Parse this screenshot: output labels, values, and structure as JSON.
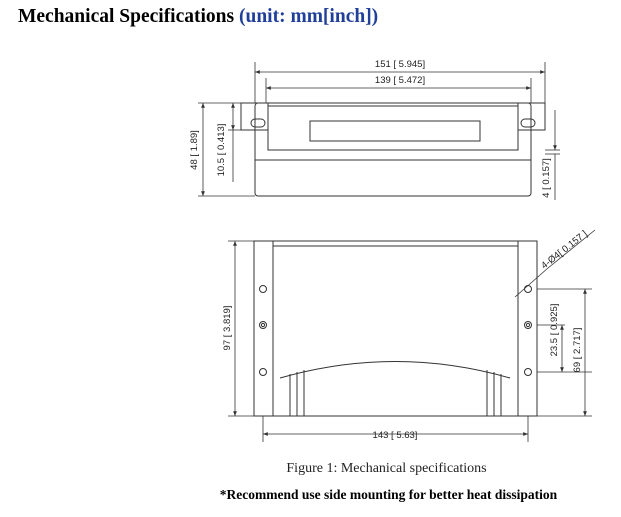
{
  "title": {
    "main": "Mechanical Specifications",
    "unit": "(unit: mm[inch])"
  },
  "dimensions": {
    "overall_length": "151 [ 5.945]",
    "mount_pitch_length": "139 [ 5.472]",
    "height": "48 [ 1.89]",
    "flange_offset": "10.5 [ 0.413]",
    "flange_thickness": "4 [ 0.157]",
    "body_width": "97 [ 3.819]",
    "hole_spacing_small": "23.5 [ 0.925]",
    "hole_spacing_large": "69 [ 2.717]",
    "hole_diameter": "4-Ø4[ 0.157 ]",
    "base_length": "143 [ 5.63]"
  },
  "caption": "Figure 1: Mechanical specifications",
  "note": "*Recommend use side mounting for better heat dissipation",
  "colors": {
    "line": "#333333",
    "unit_text": "#1f3f9a"
  }
}
